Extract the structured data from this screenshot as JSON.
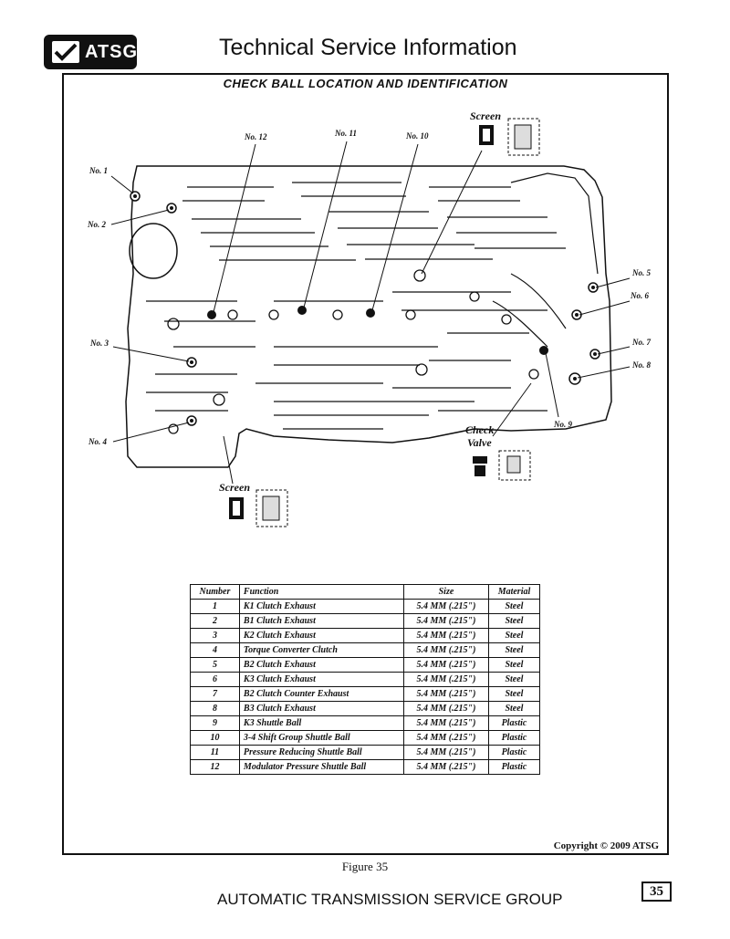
{
  "header": {
    "logo_text": "ATSG",
    "title": "Technical Service Information"
  },
  "figure_title": "CHECK BALL LOCATION AND IDENTIFICATION",
  "callouts": [
    "No. 1",
    "No. 2",
    "No. 3",
    "No. 4",
    "No. 5",
    "No. 6",
    "No. 7",
    "No. 8",
    "No. 9",
    "No. 10",
    "No. 11",
    "No. 12"
  ],
  "labels": {
    "screen_top": "Screen",
    "screen_bottom": "Screen",
    "check_valve_line1": "Check",
    "check_valve_line2": "Valve"
  },
  "table": {
    "headers": [
      "Number",
      "Function",
      "Size",
      "Material"
    ],
    "rows": [
      [
        "1",
        "K1 Clutch Exhaust",
        "5.4 MM  (.215\")",
        "Steel"
      ],
      [
        "2",
        "B1 Clutch Exhaust",
        "5.4 MM  (.215\")",
        "Steel"
      ],
      [
        "3",
        "K2 Clutch Exhaust",
        "5.4 MM  (.215\")",
        "Steel"
      ],
      [
        "4",
        "Torque Converter Clutch",
        "5.4 MM  (.215\")",
        "Steel"
      ],
      [
        "5",
        "B2 Clutch Exhaust",
        "5.4 MM  (.215\")",
        "Steel"
      ],
      [
        "6",
        "K3 Clutch Exhaust",
        "5.4 MM  (.215\")",
        "Steel"
      ],
      [
        "7",
        "B2 Clutch Counter Exhaust",
        "5.4 MM  (.215\")",
        "Steel"
      ],
      [
        "8",
        "B3 Clutch Exhaust",
        "5.4 MM  (.215\")",
        "Steel"
      ],
      [
        "9",
        "K3 Shuttle Ball",
        "5.4 MM  (.215\")",
        "Plastic"
      ],
      [
        "10",
        "3-4 Shift Group Shuttle Ball",
        "5.4 MM  (.215\")",
        "Plastic"
      ],
      [
        "11",
        "Pressure Reducing Shuttle Ball",
        "5.4 MM  (.215\")",
        "Plastic"
      ],
      [
        "12",
        "Modulator Pressure Shuttle Ball",
        "5.4 MM  (.215\")",
        "Plastic"
      ]
    ]
  },
  "copyright": "Copyright © 2009 ATSG",
  "figure_caption": "Figure 35",
  "footer": "AUTOMATIC TRANSMISSION SERVICE GROUP",
  "page_number": "35"
}
